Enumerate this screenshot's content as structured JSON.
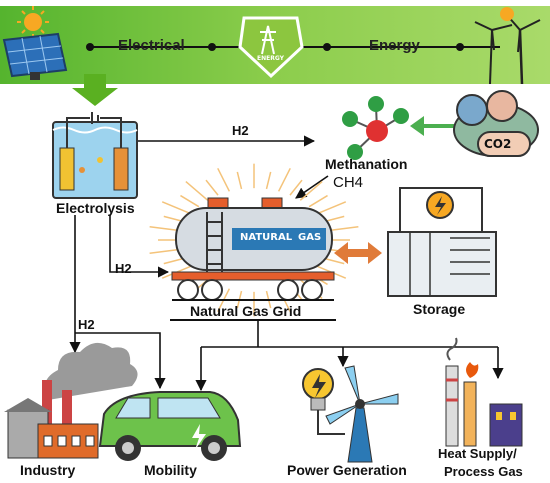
{
  "banner": {
    "left_label": "Electrical",
    "right_label": "Energy",
    "badge_text": "ENERGY",
    "colors": {
      "green_dark": "#4fb32e",
      "green_light": "#9ed35a"
    }
  },
  "nodes": {
    "electrolysis": "Electrolysis",
    "methanation": "Methanation",
    "grid": "Natural Gas Grid",
    "storage": "Storage",
    "industry": "Industry",
    "mobility": "Mobility",
    "power": "Power Generation",
    "heat_line1": "Heat Supply/",
    "heat_line2": "Process Gas"
  },
  "flows": {
    "h2_top": "H2",
    "h2_to_grid": "H2",
    "h2_left": "H2",
    "ch4": "CH4"
  },
  "tank_text": "NATURAL",
  "tank_text2": "GAS",
  "co2_text": "CO2",
  "icons": [
    "sun-icon",
    "solar-panel-icon",
    "energy-badge-icon",
    "wind-turbine-icon",
    "electrolyzer-icon",
    "molecule-icon",
    "co2-cloud-icon",
    "gas-tank-car-icon",
    "storage-cabinet-icon",
    "factory-icon",
    "electric-car-icon",
    "lightbulb-icon",
    "windmill-icon",
    "power-plant-icon"
  ]
}
